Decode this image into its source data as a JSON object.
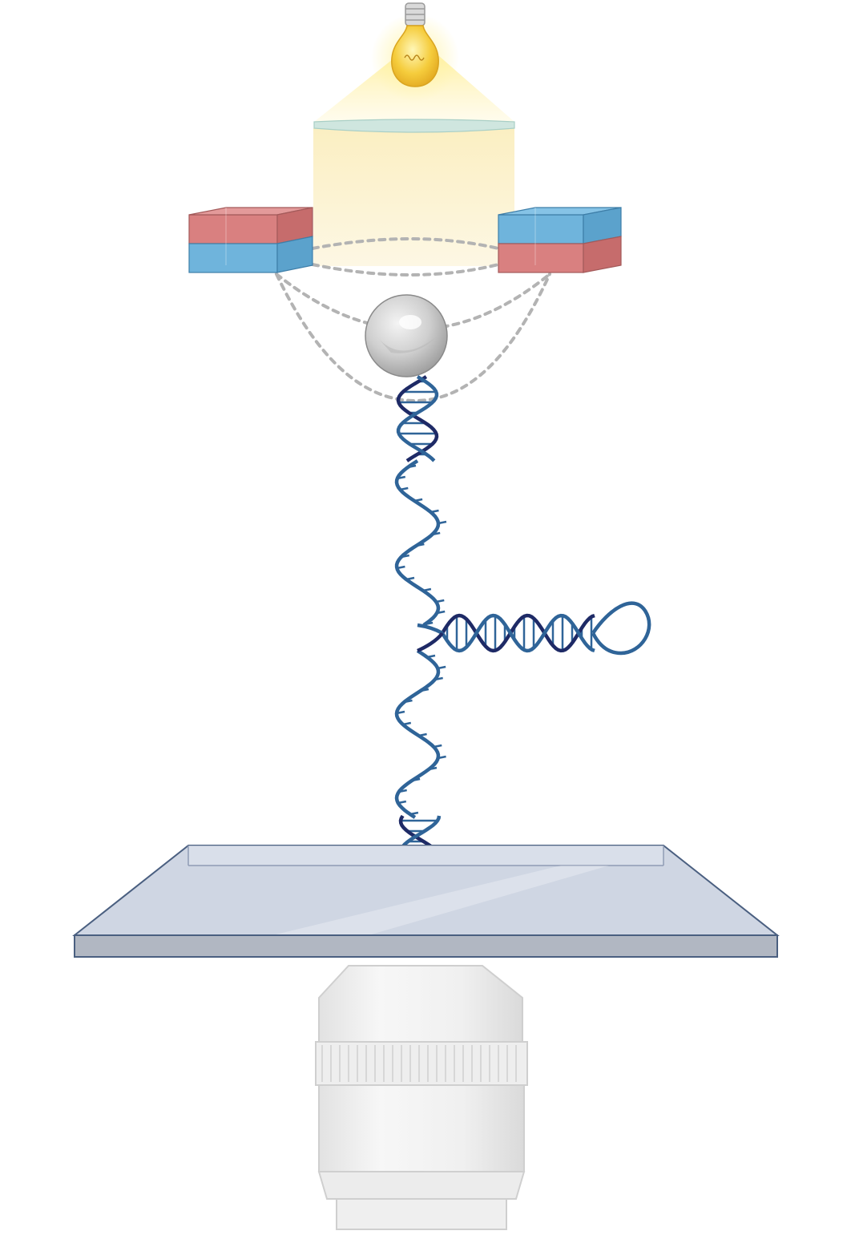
{
  "diagram": {
    "components": [
      "light-bulb",
      "light-cone",
      "condenser-lens",
      "illumination-column",
      "magnet-left",
      "magnet-right",
      "magnetic-field-lines",
      "magnetic-bead",
      "dna-tether",
      "dna-hairpin-branch",
      "glass-coverslip",
      "objective-lens"
    ],
    "magnet_left_poles": [
      "north",
      "south"
    ],
    "magnet_right_poles": [
      "south",
      "north"
    ]
  },
  "colors": {
    "magnet_red": "#d98080",
    "magnet_blue": "#6fb4dc",
    "dna_light": "#2f6498",
    "dna_dark": "#1e2a66",
    "bulb": "#f2c43a",
    "light_beam": "#fff3b0",
    "glass": "#cfd6e3",
    "glass_edge": "#4a5f80",
    "objective": "#ececec",
    "field_lines": "#b3b3b3"
  }
}
